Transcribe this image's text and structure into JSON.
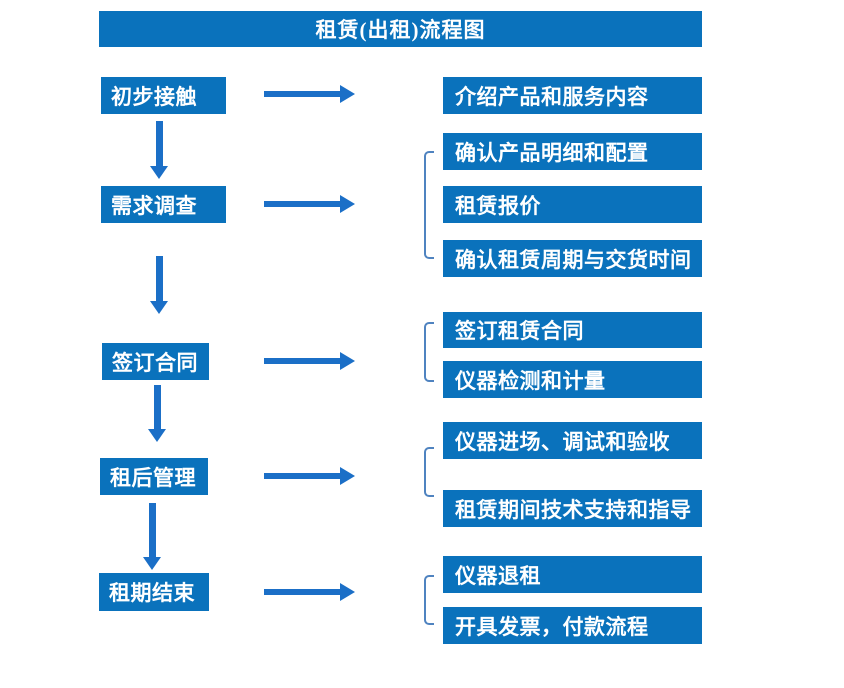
{
  "title": "租赁(出租)流程图",
  "colors": {
    "box_fill": "#0a72bc",
    "arrow": "#1b6fc7",
    "bracket": "#4f83c0",
    "text": "#ffffff",
    "background": "#ffffff"
  },
  "steps": [
    {
      "label": "初步接触",
      "outputs": [
        "介绍产品和服务内容"
      ]
    },
    {
      "label": "需求调查",
      "outputs": [
        "确认产品明细和配置",
        "租赁报价",
        "确认租赁周期与交货时间"
      ]
    },
    {
      "label": "签订合同",
      "outputs": [
        "签订租赁合同",
        "仪器检测和计量"
      ]
    },
    {
      "label": "租后管理",
      "outputs": [
        "仪器进场、调试和验收",
        "租赁期间技术支持和指导"
      ]
    },
    {
      "label": "租期结束",
      "outputs": [
        "仪器退租",
        "开具发票，付款流程"
      ]
    }
  ]
}
